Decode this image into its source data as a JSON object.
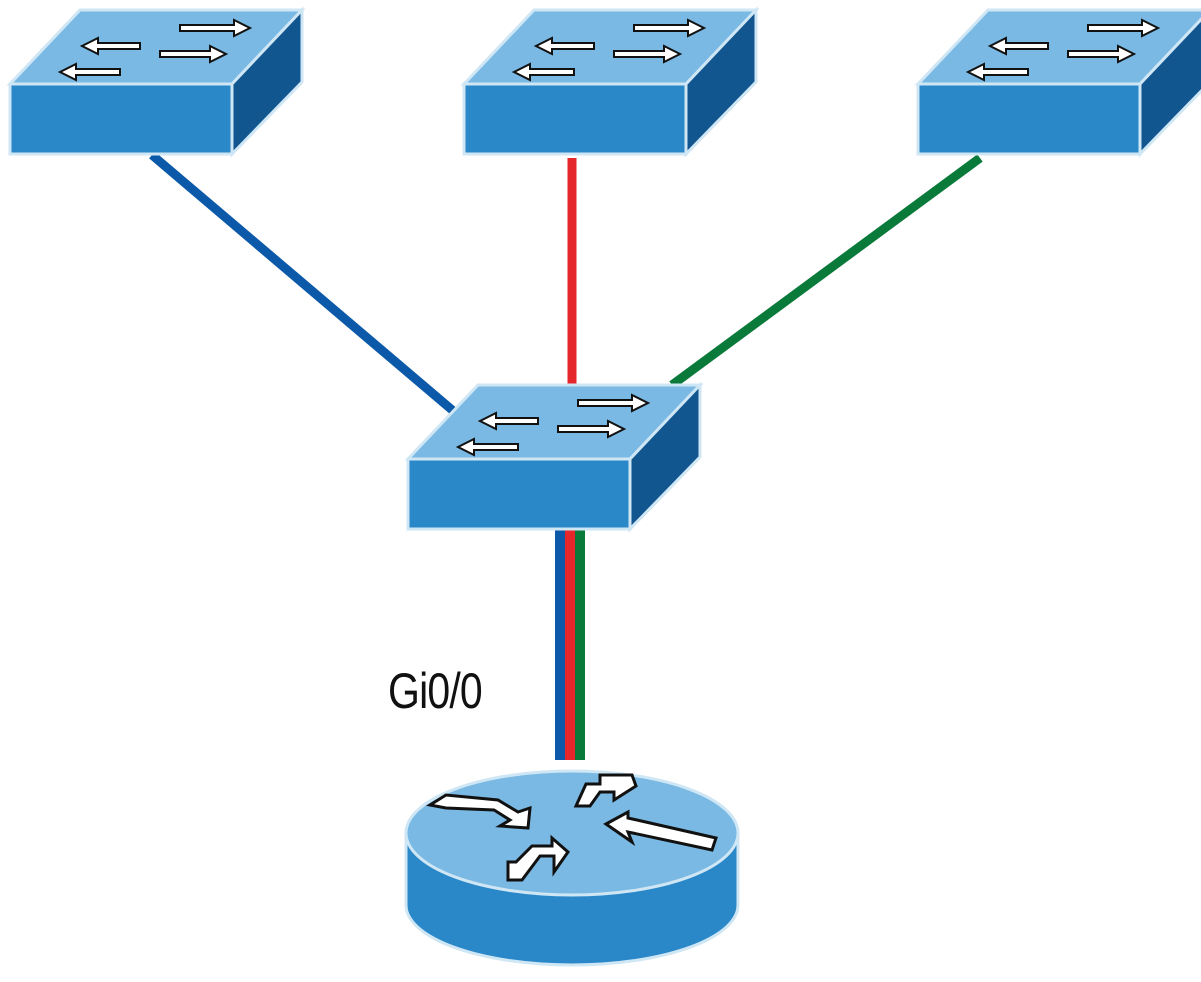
{
  "diagram": {
    "port_label": "Gi0/0",
    "colors": {
      "link_blue": "#0b59a8",
      "link_red": "#e5262b",
      "link_green": "#0a7a3a",
      "device_front": "#2b88c8",
      "device_top": "#7ab9e3",
      "device_side": "#12568f",
      "device_outline": "#cfe6f5"
    },
    "nodes": [
      {
        "id": "switch-left",
        "type": "switch",
        "icon": "switch-icon"
      },
      {
        "id": "switch-middle",
        "type": "switch",
        "icon": "switch-icon"
      },
      {
        "id": "switch-right",
        "type": "switch",
        "icon": "switch-icon"
      },
      {
        "id": "switch-core",
        "type": "switch",
        "icon": "switch-icon"
      },
      {
        "id": "router",
        "type": "router",
        "icon": "router-icon"
      }
    ],
    "links": [
      {
        "from": "switch-left",
        "to": "switch-core",
        "color": "link_blue"
      },
      {
        "from": "switch-middle",
        "to": "switch-core",
        "color": "link_red"
      },
      {
        "from": "switch-right",
        "to": "switch-core",
        "color": "link_green"
      },
      {
        "from": "switch-core",
        "to": "router",
        "color": "trunk"
      }
    ]
  }
}
